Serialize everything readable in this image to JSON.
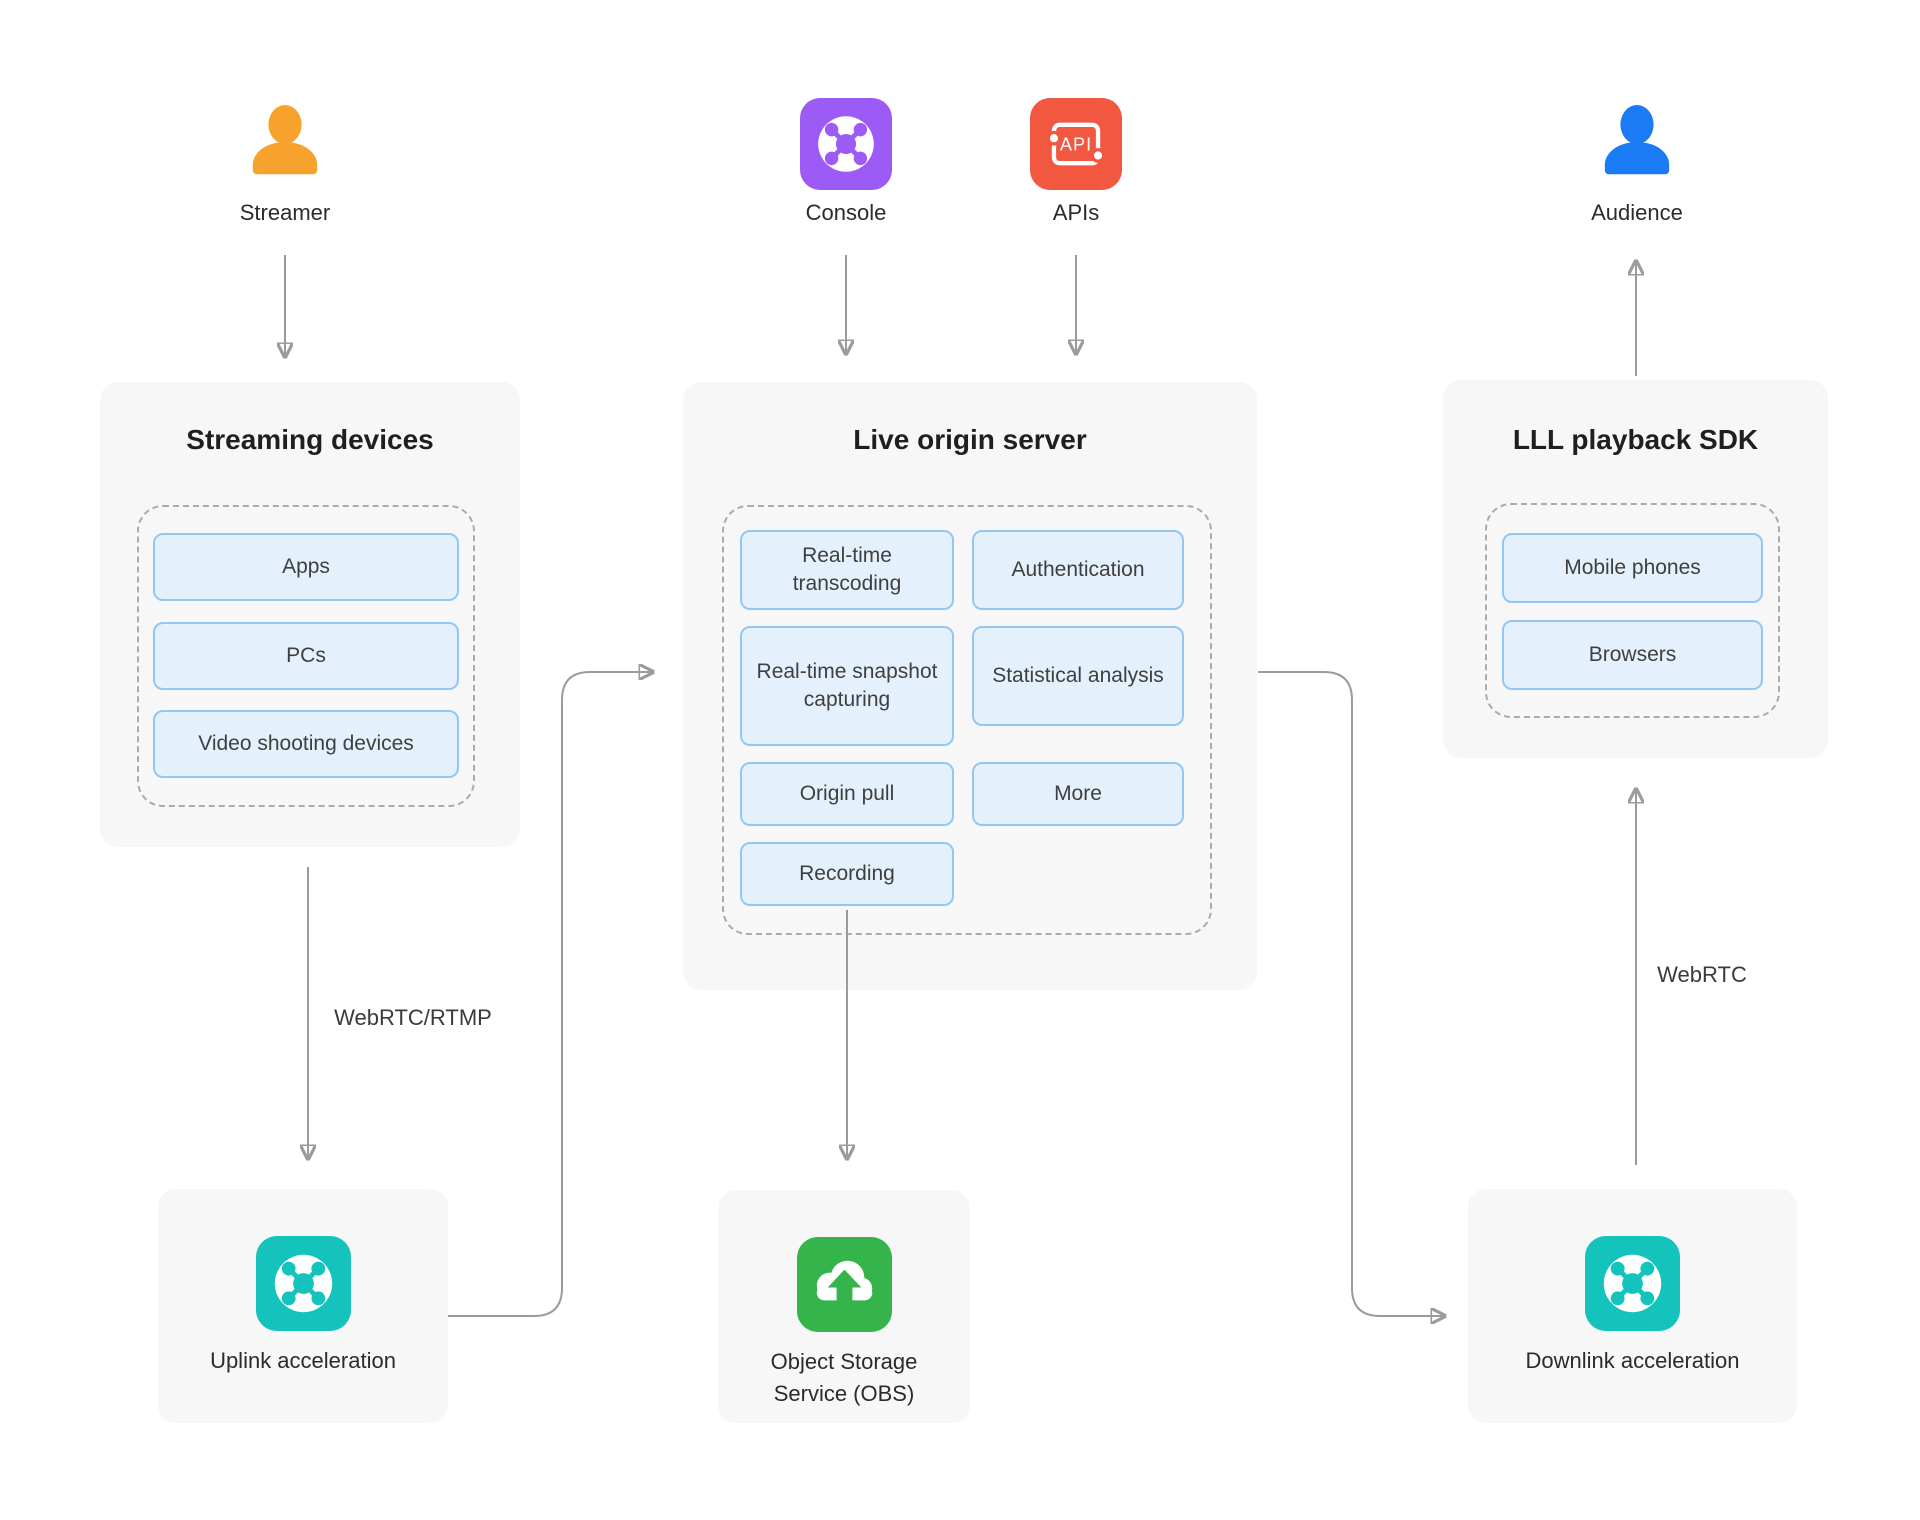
{
  "actors": {
    "streamer": {
      "label": "Streamer",
      "icon": "person-icon",
      "color": "#F7A22D"
    },
    "console": {
      "label": "Console",
      "icon": "network-app-icon",
      "color": "#9D5BF5"
    },
    "apis": {
      "label": "APIs",
      "icon": "api-app-icon",
      "color": "#F25740",
      "icon_text": "API"
    },
    "audience": {
      "label": "Audience",
      "icon": "person-icon",
      "color": "#1B7BF5"
    }
  },
  "panels": {
    "streaming_devices": {
      "title": "Streaming devices",
      "items": [
        "Apps",
        "PCs",
        "Video shooting devices"
      ]
    },
    "live_origin_server": {
      "title": "Live origin server",
      "left_items": [
        "Real-time transcoding",
        "Real-time snapshot capturing",
        "Origin pull",
        "Recording"
      ],
      "right_items": [
        "Authentication",
        "Statistical analysis",
        "More"
      ]
    },
    "lll_playback_sdk": {
      "title": "LLL playback SDK",
      "items": [
        "Mobile phones",
        "Browsers"
      ]
    }
  },
  "services": {
    "uplink_acceleration": {
      "label": "Uplink acceleration",
      "icon": "network-app-icon",
      "color": "#14C4BC"
    },
    "object_storage": {
      "label": "Object Storage Service (OBS)",
      "icon": "cloud-upload-icon",
      "color": "#34B44A"
    },
    "downlink_acceleration": {
      "label": "Downlink acceleration",
      "icon": "network-app-icon",
      "color": "#14C4BC"
    }
  },
  "edge_labels": {
    "ingest_protocol": "WebRTC/RTMP",
    "playback_protocol": "WebRTC"
  },
  "colors": {
    "panel_bg": "#F7F7F8",
    "chip_bg": "#E4F0FC",
    "chip_border": "#93C7F3",
    "dashed_border": "#ABABAB",
    "arrow": "#9B9B9B",
    "text_primary": "#1F1F1F",
    "text_secondary": "#3F3F3F"
  }
}
